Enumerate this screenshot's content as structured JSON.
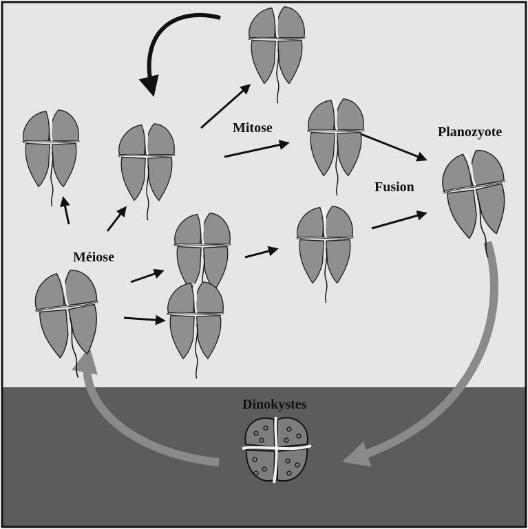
{
  "labels": {
    "mitose": "Mitose",
    "planozyote": "Planozyote",
    "fusion": "Fusion",
    "meiose": "Méiose",
    "dinokystes": "Dinokystes"
  },
  "colors": {
    "water": "#e6e6e6",
    "sediment": "#5c5c5c",
    "cell_fill": "#8f8f8f",
    "cell_dark": "#6e6e6e",
    "cyst_fill": "#7d7d7d",
    "cycle_arrow": "#8a8a8a",
    "arrow": "#111111"
  }
}
